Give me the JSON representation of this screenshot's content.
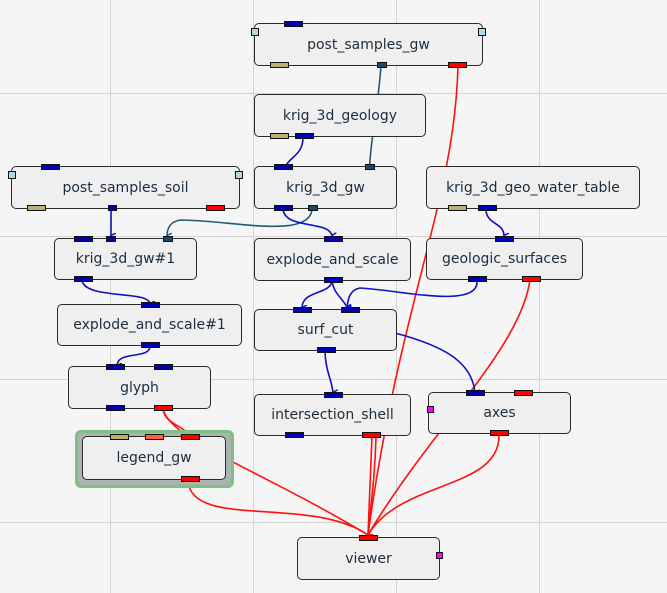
{
  "nodes": {
    "post_samples_gw": {
      "label": "post_samples_gw"
    },
    "krig_3d_geology": {
      "label": "krig_3d_geology"
    },
    "post_samples_soil": {
      "label": "post_samples_soil"
    },
    "krig_3d_gw": {
      "label": "krig_3d_gw"
    },
    "krig_3d_geo_water_table": {
      "label": "krig_3d_geo_water_table"
    },
    "krig_3d_gw_1": {
      "label": "krig_3d_gw#1"
    },
    "explode_and_scale": {
      "label": "explode_and_scale"
    },
    "geologic_surfaces": {
      "label": "geologic_surfaces"
    },
    "explode_and_scale_1": {
      "label": "explode_and_scale#1"
    },
    "surf_cut": {
      "label": "surf_cut"
    },
    "glyph": {
      "label": "glyph"
    },
    "intersection_shell": {
      "label": "intersection_shell"
    },
    "axes": {
      "label": "axes"
    },
    "legend_gw": {
      "label": "legend_gw",
      "selected": true
    },
    "viewer": {
      "label": "viewer"
    }
  },
  "port_colors": {
    "field": "#0000b0",
    "geology": "#1a4a6a",
    "render": "#ff0000",
    "legend": "#b8b070",
    "color_map": "#ff6040",
    "control": "#add8e6",
    "view": "#ff00ff"
  },
  "wire_colors": {
    "field": "#1010c0",
    "geology": "#1f5a7a",
    "render": "#ff1010"
  },
  "connections": [
    {
      "from": "post_samples_gw",
      "to": "krig_3d_gw",
      "type": "geology"
    },
    {
      "from": "post_samples_gw",
      "to": "viewer",
      "type": "render"
    },
    {
      "from": "krig_3d_geology",
      "to": "krig_3d_gw",
      "type": "field"
    },
    {
      "from": "post_samples_soil",
      "to": "krig_3d_gw_1",
      "type": "field"
    },
    {
      "from": "krig_3d_gw",
      "to": "krig_3d_gw_1",
      "type": "geology"
    },
    {
      "from": "krig_3d_gw",
      "to": "explode_and_scale",
      "type": "field"
    },
    {
      "from": "krig_3d_geo_water_table",
      "to": "geologic_surfaces",
      "type": "field"
    },
    {
      "from": "krig_3d_gw_1",
      "to": "explode_and_scale_1",
      "type": "field"
    },
    {
      "from": "explode_and_scale",
      "to": "surf_cut",
      "type": "field"
    },
    {
      "from": "geologic_surfaces",
      "to": "surf_cut",
      "type": "field"
    },
    {
      "from": "geologic_surfaces",
      "to": "viewer",
      "type": "render"
    },
    {
      "from": "explode_and_scale_1",
      "to": "glyph",
      "type": "field"
    },
    {
      "from": "surf_cut",
      "to": "intersection_shell",
      "type": "field"
    },
    {
      "from": "surf_cut",
      "to": "axes",
      "type": "field"
    },
    {
      "from": "glyph",
      "to": "legend_gw",
      "type": "render"
    },
    {
      "from": "glyph",
      "to": "viewer",
      "type": "render"
    },
    {
      "from": "intersection_shell",
      "to": "viewer",
      "type": "render"
    },
    {
      "from": "axes",
      "to": "viewer",
      "type": "render"
    },
    {
      "from": "legend_gw",
      "to": "viewer",
      "type": "render"
    }
  ]
}
